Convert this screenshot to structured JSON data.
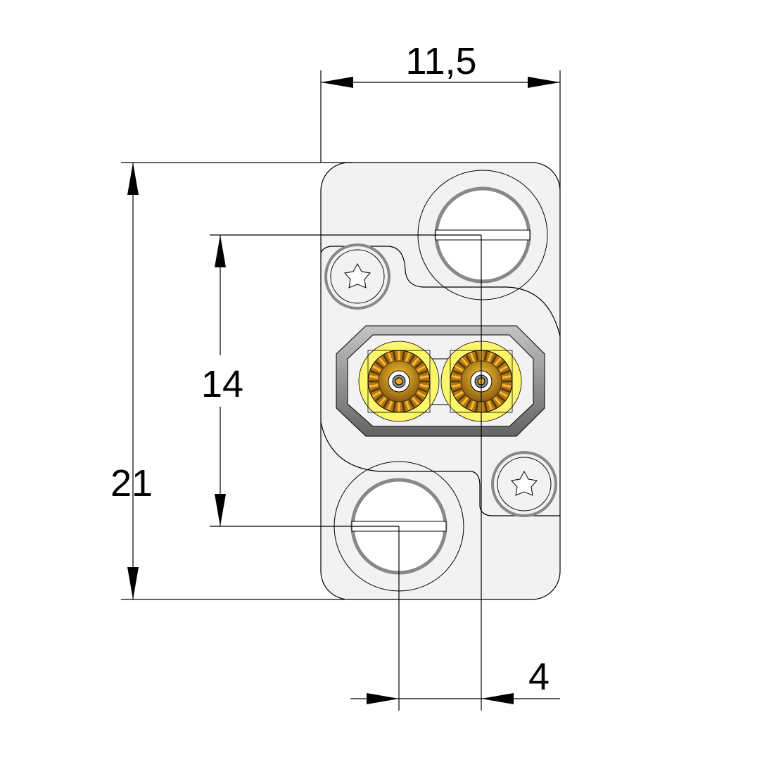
{
  "dimensions": {
    "width": "11,5",
    "height": "21",
    "screw_spacing": "14",
    "offset": "4"
  },
  "colors": {
    "plate": "#f2f2f2",
    "pin_yellow": "#fdf66a",
    "pin_brown": "#b07818",
    "pin_gold": "#e8a820",
    "housing_gray": "#8a8a8a"
  }
}
